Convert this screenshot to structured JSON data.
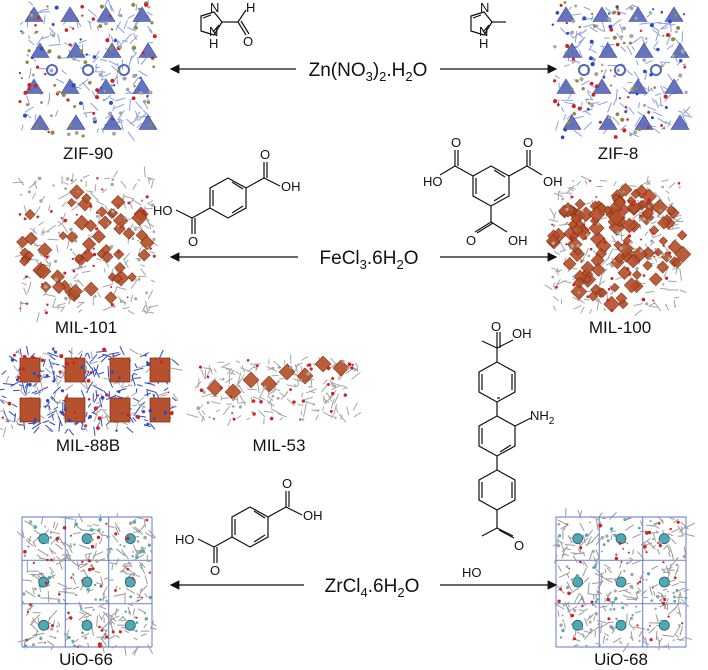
{
  "colors": {
    "zif_blue": "#5566b8",
    "zif_light": "#8ea0dc",
    "mil_brown": "#b5512c",
    "mil_dark": "#7a2a10",
    "uio_grey": "#9a9a9a",
    "uio_teal": "#4ea8b5",
    "oxygen_red": "#d42020",
    "nitrogen_blue": "#2c49c8",
    "carbon_grey": "#a6a6a6",
    "ligand_olive": "#8e8a42"
  },
  "reactions": [
    {
      "metal_salt": {
        "base": "Zn(NO",
        "sub1": "3",
        "mid": ")",
        "sub2": "2",
        "tail": ".H",
        "sub3": "2",
        "end": "O"
      },
      "left": {
        "name": "ZIF-90",
        "ligand": "imidazole-2-carboxaldehyde"
      },
      "right": {
        "name": "ZIF-8",
        "ligand": "2-methylimidazole"
      }
    },
    {
      "metal_salt": {
        "base": "FeCl",
        "sub1": "3",
        "tail": ".6H",
        "sub2": "2",
        "end": "O"
      },
      "left": {
        "name": "MIL-101",
        "ligand": "terephthalic acid"
      },
      "right": {
        "name": "MIL-100",
        "ligand": "trimesic acid"
      }
    },
    {
      "metal_salt": {
        "base": "ZrCl",
        "sub1": "4",
        "tail": ".6H",
        "sub2": "2",
        "end": "O"
      },
      "left": {
        "name": "UiO-66",
        "ligand": "terephthalic acid"
      },
      "right": {
        "name": "UiO-68",
        "ligand": "2'-amino-terphenyl-4,4''-dicarboxylic acid"
      }
    }
  ],
  "extra_structures": [
    {
      "name": "MIL-88B"
    },
    {
      "name": "MIL-53"
    }
  ],
  "chem_labels": {
    "NH": "N",
    "H_sub": "H",
    "N": "N",
    "O": "O",
    "H": "H",
    "OH": "OH",
    "HO": "HO",
    "NH2": "NH",
    "NH2_sub": "2"
  }
}
